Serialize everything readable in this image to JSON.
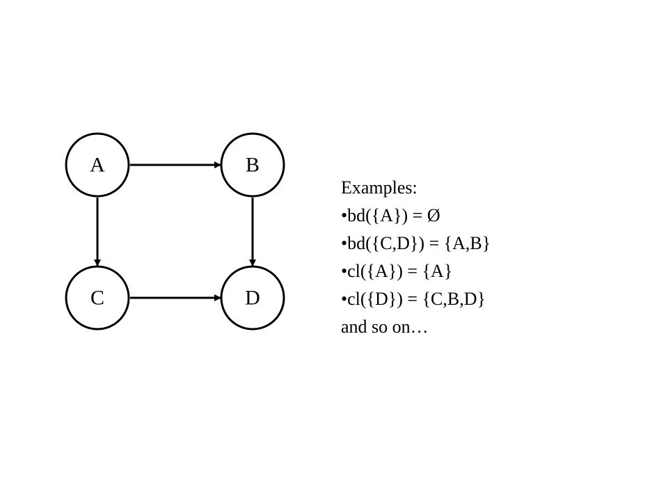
{
  "graph": {
    "nodes": [
      {
        "id": "A",
        "label": "A"
      },
      {
        "id": "B",
        "label": "B"
      },
      {
        "id": "C",
        "label": "C"
      },
      {
        "id": "D",
        "label": "D"
      }
    ],
    "edges": [
      {
        "from": "A",
        "to": "B"
      },
      {
        "from": "A",
        "to": "C"
      },
      {
        "from": "B",
        "to": "D"
      },
      {
        "from": "C",
        "to": "D"
      }
    ]
  },
  "examples": {
    "heading": "Examples:",
    "items": [
      "•bd({A}) = Ø",
      "•bd({C,D}) = {A,B}",
      "•cl({A}) = {A}",
      "•cl({D}) = {C,B,D}"
    ],
    "footer": "and so on…"
  },
  "colors": {
    "stroke": "#000000",
    "background": "#ffffff"
  }
}
